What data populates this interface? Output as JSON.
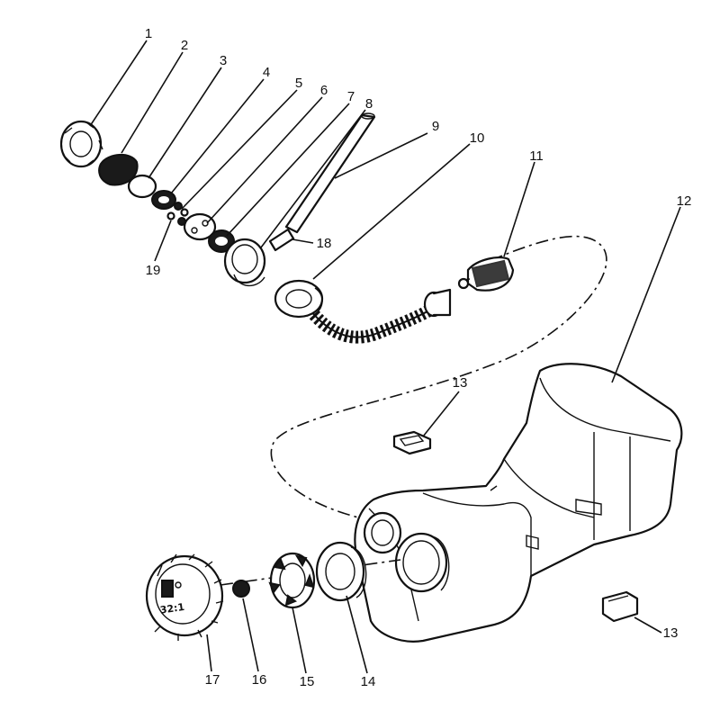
{
  "callouts": [
    {
      "id": "1",
      "text": "1"
    },
    {
      "id": "2",
      "text": "2"
    },
    {
      "id": "3",
      "text": "3"
    },
    {
      "id": "4",
      "text": "4"
    },
    {
      "id": "5",
      "text": "5"
    },
    {
      "id": "6",
      "text": "6"
    },
    {
      "id": "7",
      "text": "7"
    },
    {
      "id": "8",
      "text": "8"
    },
    {
      "id": "9",
      "text": "9"
    },
    {
      "id": "10",
      "text": "10"
    },
    {
      "id": "11",
      "text": "11"
    },
    {
      "id": "12",
      "text": "12"
    },
    {
      "id": "13a",
      "text": "13"
    },
    {
      "id": "13b",
      "text": "13"
    },
    {
      "id": "14",
      "text": "14"
    },
    {
      "id": "15",
      "text": "15"
    },
    {
      "id": "16",
      "text": "16"
    },
    {
      "id": "17",
      "text": "17"
    },
    {
      "id": "18",
      "text": "18"
    },
    {
      "id": "19",
      "text": "19"
    }
  ],
  "cap_marking": "32:1"
}
